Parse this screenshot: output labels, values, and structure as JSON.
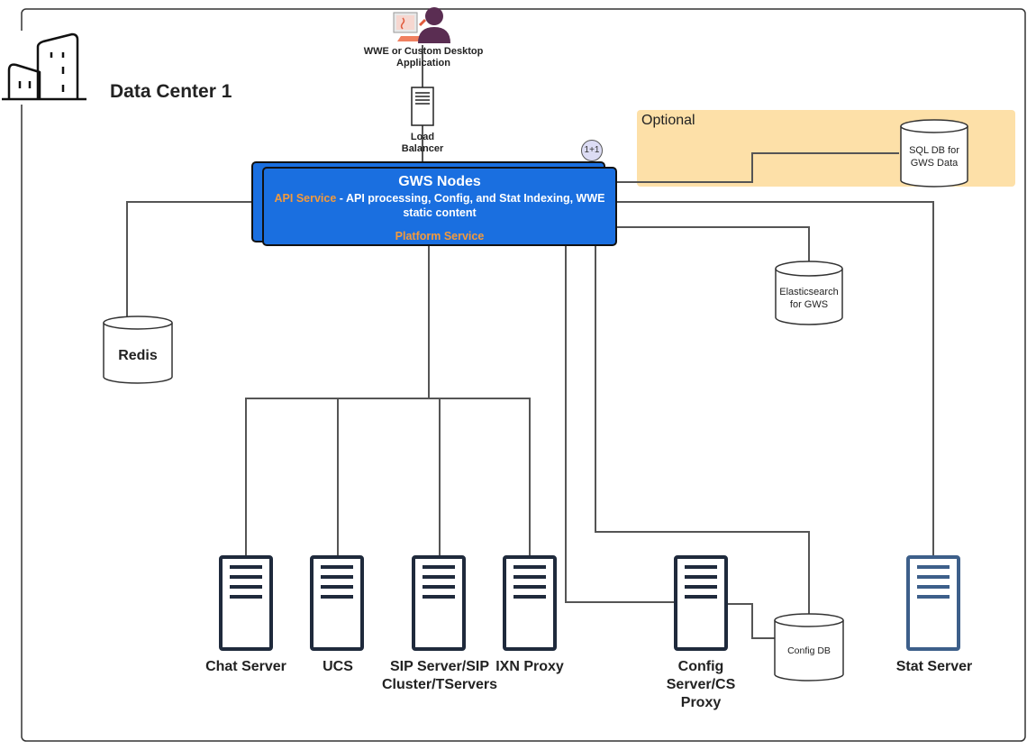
{
  "diagram": {
    "title": "Data Center 1",
    "colors": {
      "gws_blue": "#1a6fe0",
      "accent_orange": "#f39a3c",
      "optional_bg": "#fde0a8",
      "server_dark": "#1f2a3c",
      "server_blue": "#3d5f8a",
      "connector": "#555555",
      "agent_purple": "#5a2d52"
    },
    "agent_app": {
      "icon": "agent-headset-icon",
      "label": "WWE or Custom Desktop Application"
    },
    "load_balancer": {
      "icon": "load-balancer-icon",
      "label": "Load Balancer"
    },
    "redundancy_badge": "1+1",
    "gws_nodes": {
      "title": "GWS Nodes",
      "api_service_label": "API Service",
      "api_service_desc": " - API processing, Config, and Stat Indexing, WWE static content",
      "platform_service_label": "Platform Service"
    },
    "optional_zone": {
      "label": "Optional",
      "database": "SQL DB for GWS Data"
    },
    "databases": {
      "redis": "Redis",
      "elasticsearch": "Elasticsearch for GWS",
      "config_db": "Config DB"
    },
    "servers": [
      {
        "id": "chat",
        "label": "Chat Server"
      },
      {
        "id": "ucs",
        "label": "UCS"
      },
      {
        "id": "sip",
        "label": "SIP Server/SIP Cluster/TServers"
      },
      {
        "id": "ixn",
        "label": "IXN Proxy"
      },
      {
        "id": "config",
        "label": "Config Server/CS Proxy"
      },
      {
        "id": "stat",
        "label": "Stat Server"
      }
    ]
  }
}
